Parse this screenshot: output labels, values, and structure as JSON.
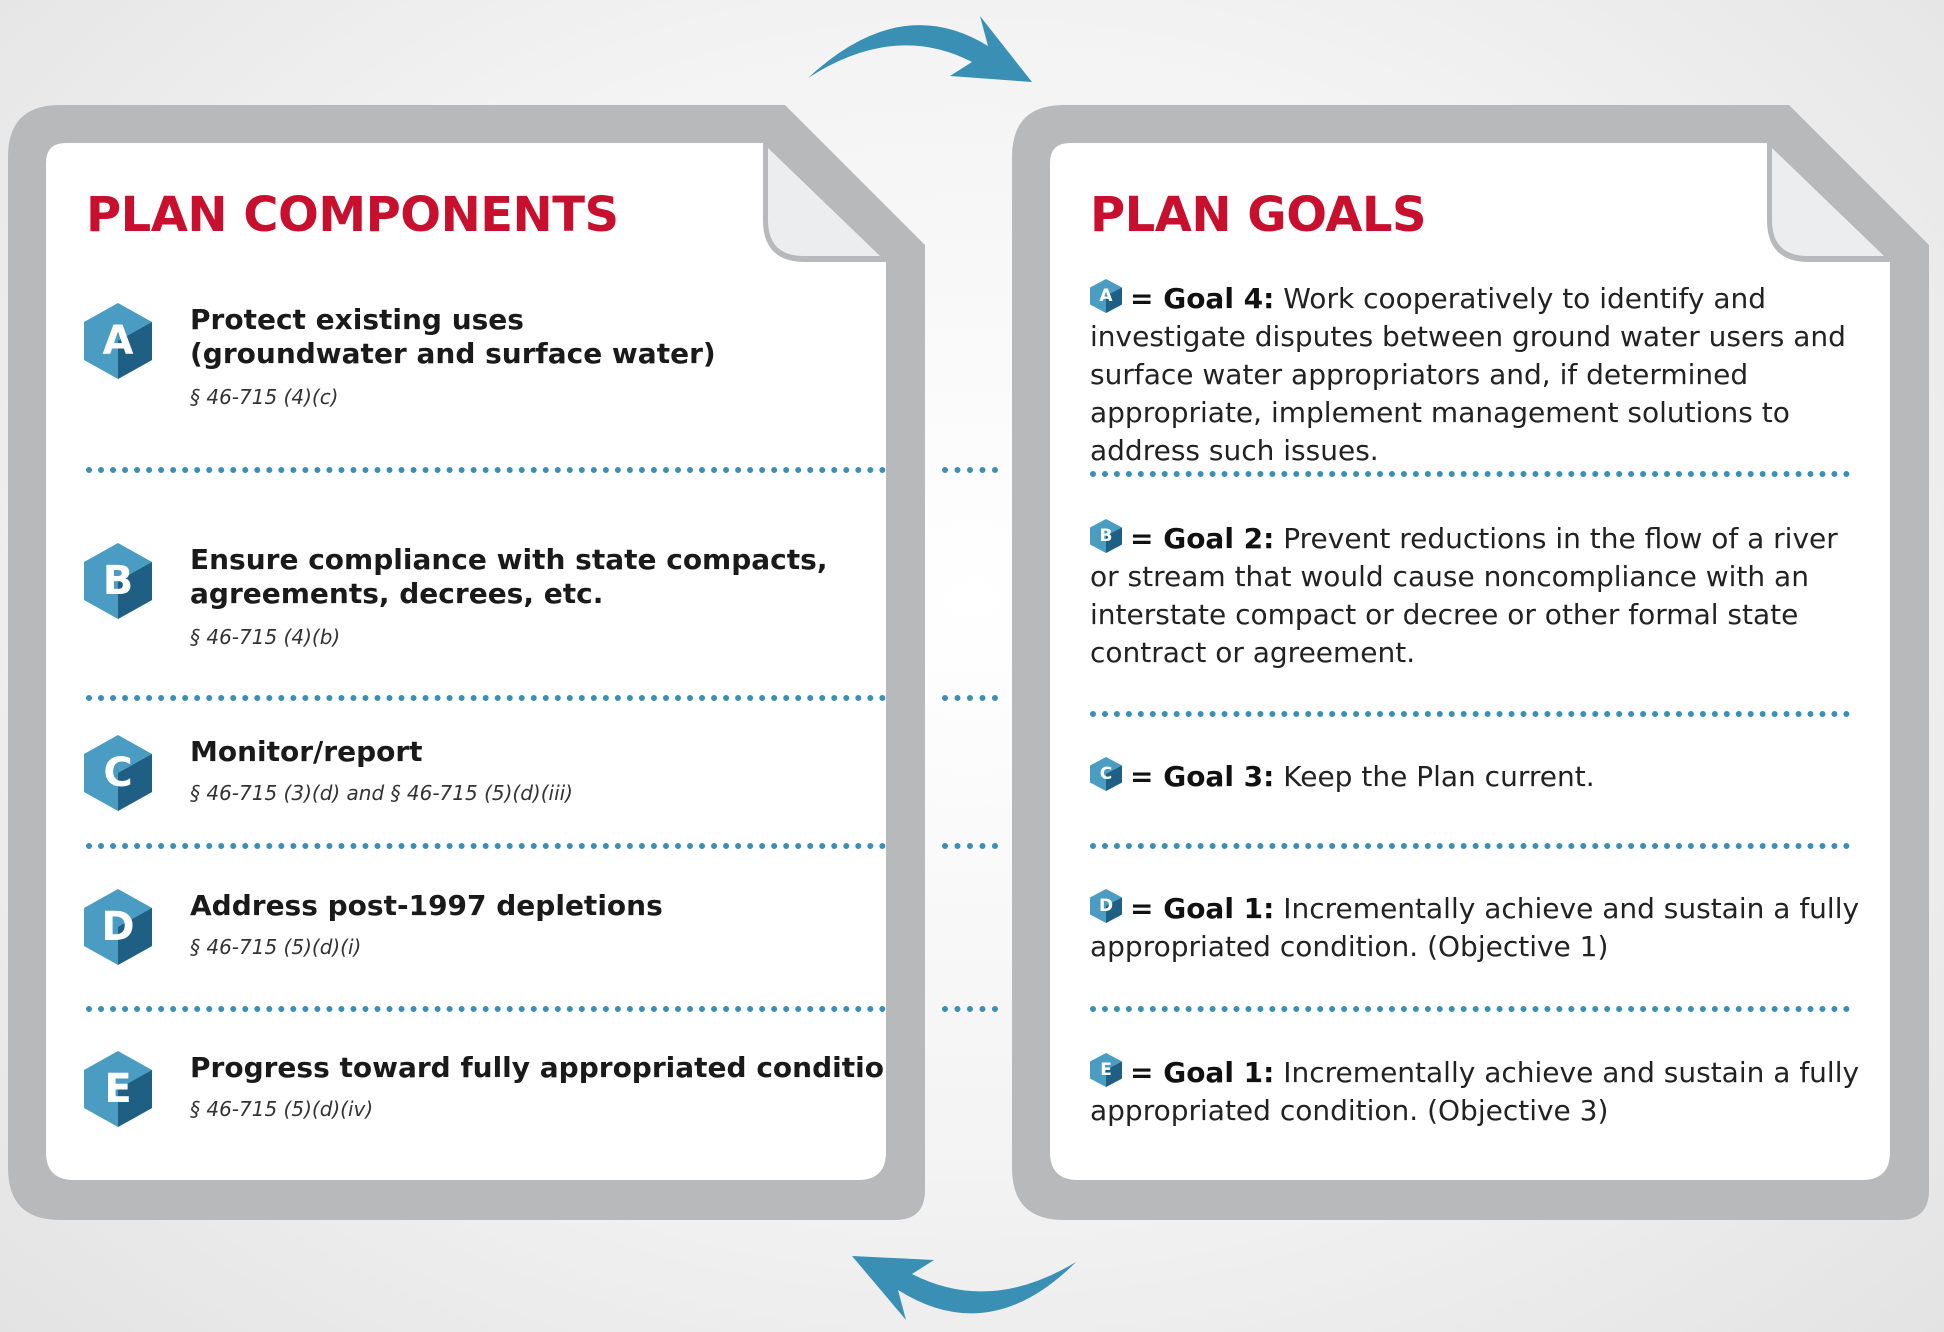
{
  "colors": {
    "heading": "#c8102e",
    "accent": "#3a8fb5",
    "hex_light": "#4a9cc2",
    "hex_dark": "#1f5f84",
    "frame": "#b8b9bb"
  },
  "left": {
    "title": "PLAN COMPONENTS",
    "items": [
      {
        "letter": "A",
        "title": "Protect existing uses\n(groundwater and surface water)",
        "ref": "§ 46-715 (4)(c)"
      },
      {
        "letter": "B",
        "title": "Ensure compliance with state compacts,\nagreements, decrees, etc.",
        "ref": "§ 46-715 (4)(b)"
      },
      {
        "letter": "C",
        "title": "Monitor/report",
        "ref": "§ 46-715 (3)(d) and § 46-715 (5)(d)(iii)"
      },
      {
        "letter": "D",
        "title": "Address post-1997 depletions",
        "ref": "§ 46-715 (5)(d)(i)"
      },
      {
        "letter": "E",
        "title": "Progress toward fully appropriated conditions",
        "ref": "§ 46-715 (5)(d)(iv)"
      }
    ]
  },
  "right": {
    "title": "PLAN GOALS",
    "items": [
      {
        "letter": "A",
        "prefix": "= Goal 4:",
        "text": "Work cooperatively to identify and investigate disputes between ground water users and surface water appropriators and, if determined appropriate, implement management solutions to address such issues."
      },
      {
        "letter": "B",
        "prefix": "= Goal 2:",
        "text": "Prevent reductions in the flow of a river or stream that would cause noncompliance with an interstate compact or decree or other formal state contract or agreement."
      },
      {
        "letter": "C",
        "prefix": "= Goal 3:",
        "text": "Keep the Plan current."
      },
      {
        "letter": "D",
        "prefix": "= Goal 1:",
        "text": "Incrementally achieve and sustain a fully appropriated condition. (Objective 1)"
      },
      {
        "letter": "E",
        "prefix": "= Goal 1:",
        "text": "Incrementally achieve and sustain a fully appropriated condition. (Objective 3)"
      }
    ]
  }
}
